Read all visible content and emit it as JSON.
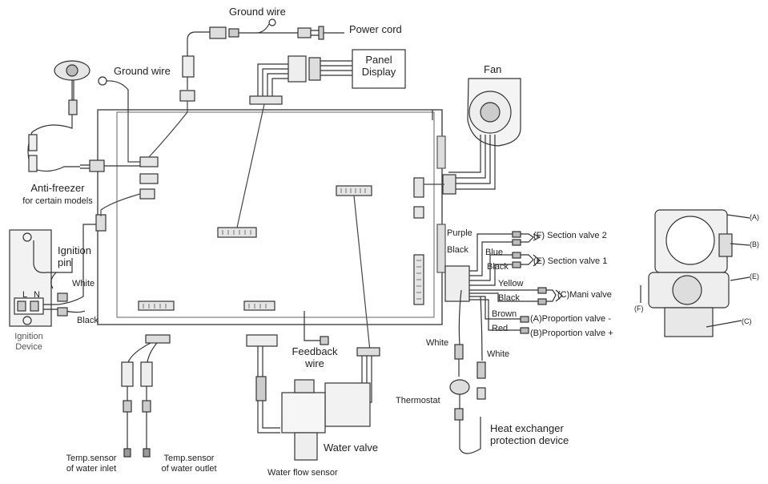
{
  "labels": {
    "ground_wire_top": "Ground wire",
    "power_cord": "Power cord",
    "panel_display": [
      "Panel",
      "Display"
    ],
    "fan": "Fan",
    "ground_wire_left": "Ground wire",
    "anti_freezer": [
      "Anti-freezer",
      "for certain models"
    ],
    "ignition_pin": [
      "Ignition",
      "pin"
    ],
    "ignition_device": [
      "Ignition",
      "Device"
    ],
    "terminal_l": "L",
    "terminal_n": "N",
    "white_left": "White",
    "black_left": "Black",
    "purple": "Purple",
    "black_1": "Black",
    "blue": "Blue",
    "black_2": "Black",
    "yellow": "Yellow",
    "black_3": "Black",
    "brown": "Brown",
    "red": "Red",
    "section_valve_2": "(F) Section valve 2",
    "section_valve_1": "(E) Section valve 1",
    "mani_valve": "(C)Mani valve",
    "proportion_minus": "(A)Proportion valve -",
    "proportion_plus": "(B)Proportion valve +",
    "white_thermo_left": "White",
    "white_thermo_right": "White",
    "thermostat": "Thermostat",
    "heat_exchanger": [
      "Heat exchanger",
      "protection device"
    ],
    "feedback_wire": [
      "Feedback",
      "wire"
    ],
    "water_valve": "Water valve",
    "water_flow_sensor": "Water flow sensor",
    "temp_inlet": [
      "Temp.sensor",
      "of water inlet"
    ],
    "temp_outlet": [
      "Temp.sensor",
      "of water outlet"
    ],
    "valve_tag_a": "(A)",
    "valve_tag_b": "(B)",
    "valve_tag_e": "(E)",
    "valve_tag_f": "(F)",
    "valve_tag_c": "(C)"
  }
}
